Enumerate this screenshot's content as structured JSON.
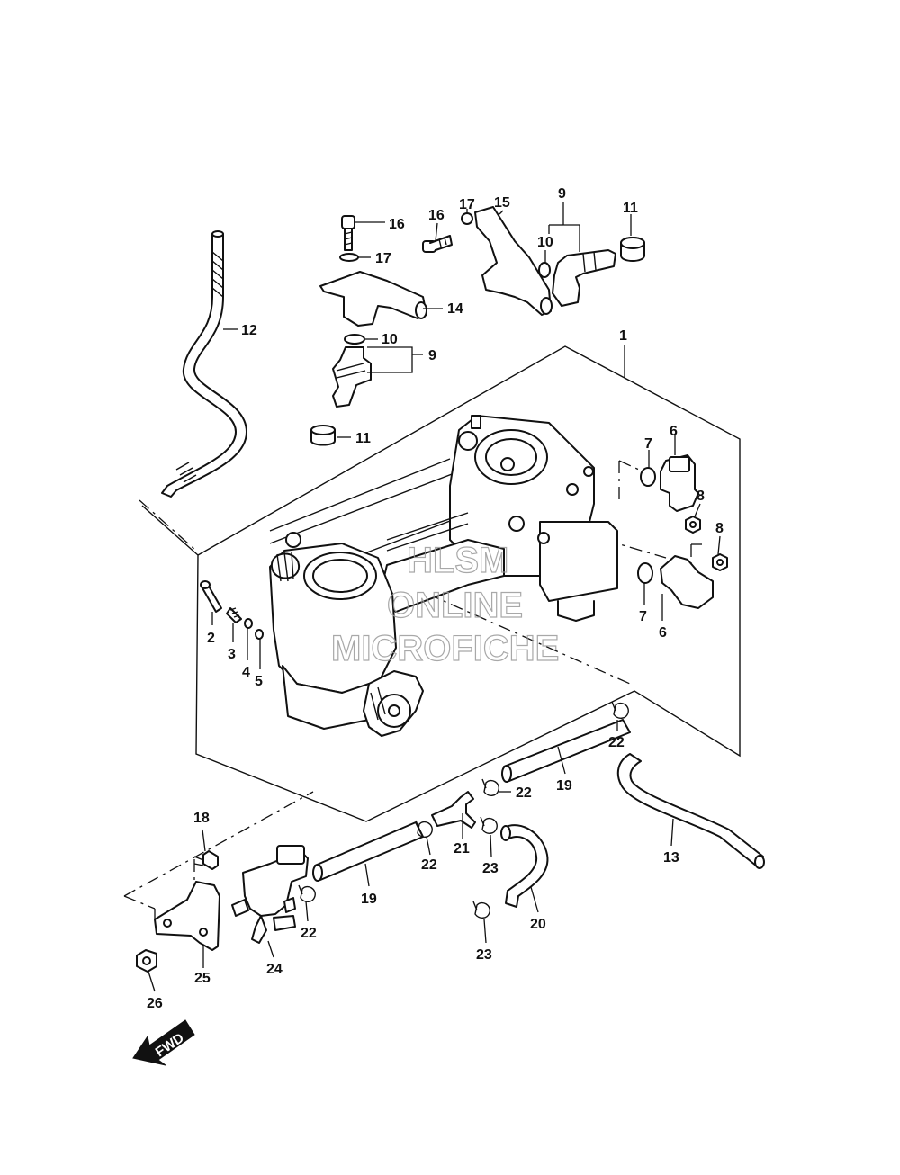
{
  "watermark": {
    "line1": "HLSM",
    "line2": "ONLINE",
    "line3": "MICROFICHE"
  },
  "direction_arrow": {
    "label": "FWD",
    "icon": "fwd-arrow-icon"
  },
  "callouts": {
    "c1": "1",
    "c2": "2",
    "c3": "3",
    "c4": "4",
    "c5": "5",
    "c6a": "6",
    "c6b": "6",
    "c7a": "7",
    "c7b": "7",
    "c8a": "8",
    "c8b": "8",
    "c9a": "9",
    "c9b": "9",
    "c10a": "10",
    "c10b": "10",
    "c11a": "11",
    "c11b": "11",
    "c12": "12",
    "c13": "13",
    "c14": "14",
    "c15": "15",
    "c16a": "16",
    "c16b": "16",
    "c17a": "17",
    "c17b": "17",
    "c18": "18",
    "c19a": "19",
    "c19b": "19",
    "c20": "20",
    "c21": "21",
    "c22a": "22",
    "c22b": "22",
    "c22c": "22",
    "c22d": "22",
    "c23a": "23",
    "c23b": "23",
    "c24": "24",
    "c25": "25",
    "c26": "26"
  }
}
